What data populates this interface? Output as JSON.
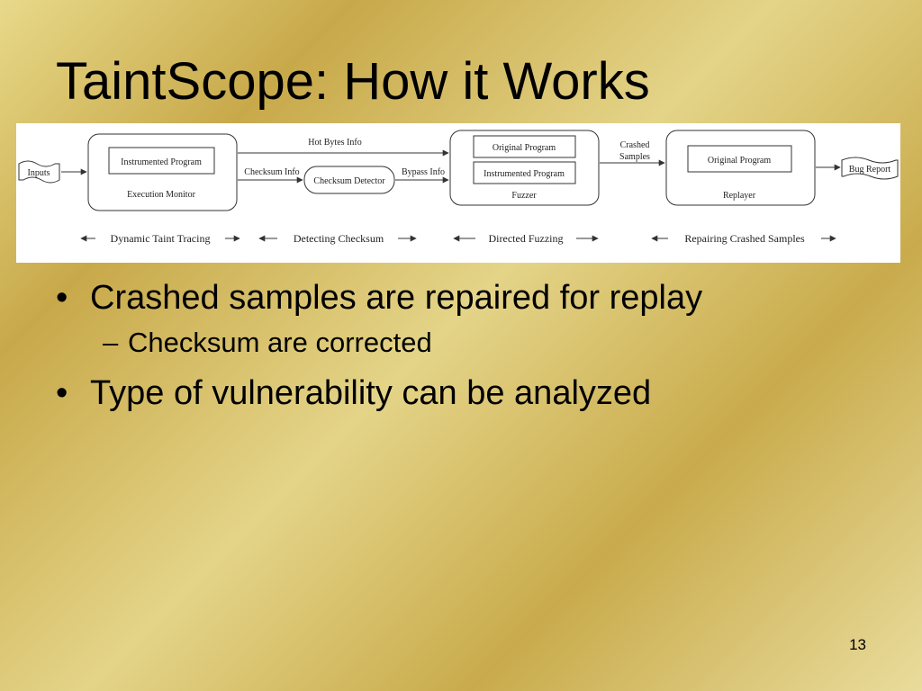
{
  "slide": {
    "title": "TaintScope: How it Works",
    "page_number": "13"
  },
  "diagram": {
    "inputs": "Inputs",
    "execution_monitor": {
      "inner": "Instrumented Program",
      "label": "Execution Monitor"
    },
    "hot_bytes_info": "Hot Bytes Info",
    "checksum_info": "Checksum Info",
    "checksum_detector": "Checksum Detector",
    "bypass_info": "Bypass Info",
    "fuzzer": {
      "inner_top": "Original Program",
      "inner_bottom": "Instrumented Program",
      "label": "Fuzzer"
    },
    "crashed_samples_line1": "Crashed",
    "crashed_samples_line2": "Samples",
    "replayer": {
      "inner": "Original Program",
      "label": "Replayer"
    },
    "bug_report": "Bug Report",
    "phases": {
      "dynamic_taint_tracing": "Dynamic Taint Tracing",
      "detecting_checksum": "Detecting Checksum",
      "directed_fuzzing": "Directed Fuzzing",
      "repairing_crashed_samples": "Repairing Crashed Samples"
    }
  },
  "bullets": [
    {
      "text": "Crashed samples are repaired for replay",
      "sub": [
        "Checksum are corrected"
      ]
    },
    {
      "text": "Type of vulnerability can be analyzed",
      "sub": []
    }
  ],
  "bullet_glyph": "•",
  "sub_bullet_glyph": "–"
}
